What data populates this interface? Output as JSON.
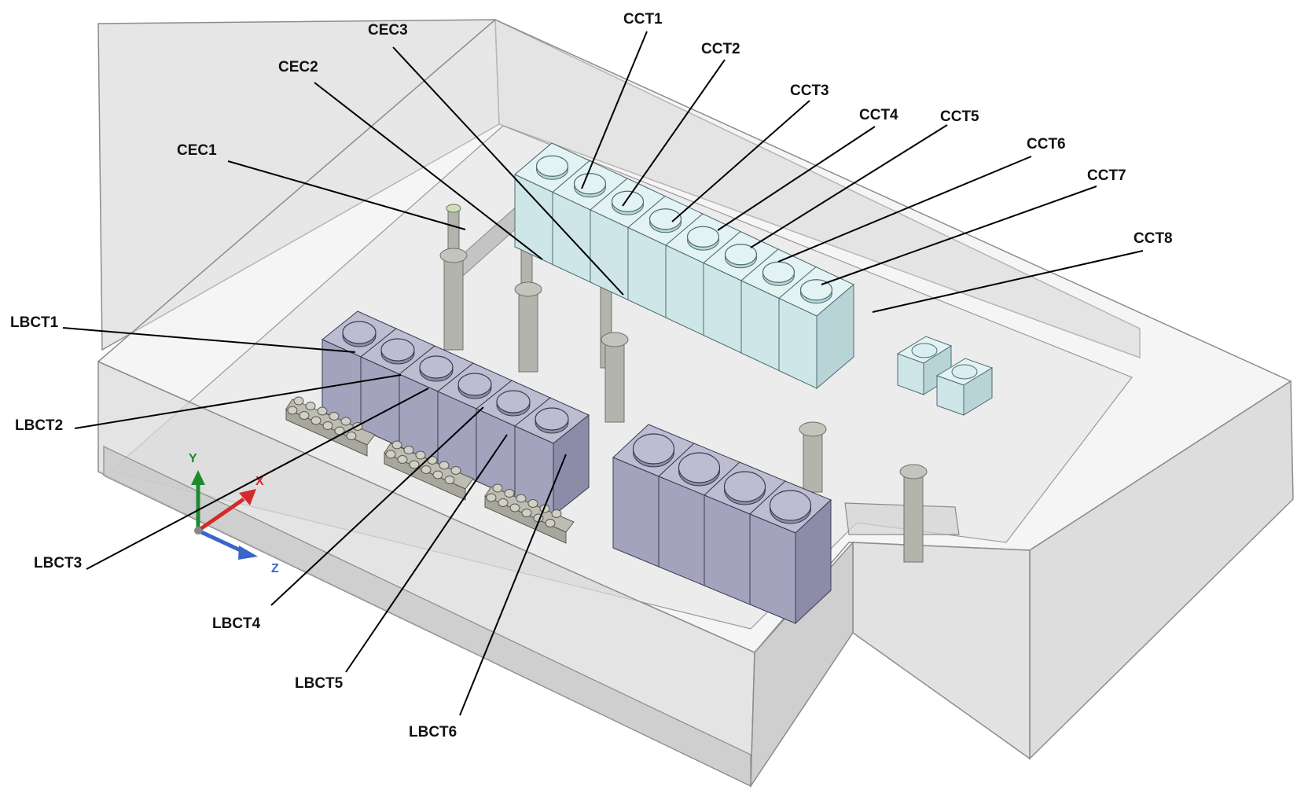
{
  "labels": {
    "cct1": "CCT1",
    "cct2": "CCT2",
    "cct3": "CCT3",
    "cct4": "CCT4",
    "cct5": "CCT5",
    "cct6": "CCT6",
    "cct7": "CCT7",
    "cct8": "CCT8",
    "cec1": "CEC1",
    "cec2": "CEC2",
    "cec3": "CEC3",
    "lbct1": "LBCT1",
    "lbct2": "LBCT2",
    "lbct3": "LBCT3",
    "lbct4": "LBCT4",
    "lbct5": "LBCT5",
    "lbct6": "LBCT6"
  },
  "axes": {
    "y": "Y",
    "x": "X",
    "z": "Z"
  },
  "colors": {
    "cct_fill": "#cfe6e8",
    "cct_top": "#e3f2f3",
    "lbct_fill": "#a3a3bd",
    "lbct_top": "#bdbdd2",
    "column": "#b3b5ac",
    "cec_top": "#cfe1b0",
    "housing_edge": "#8c8c8c",
    "axis_y": "#1e8a2e",
    "axis_x": "#d42a2a",
    "axis_z": "#3a66c8"
  }
}
